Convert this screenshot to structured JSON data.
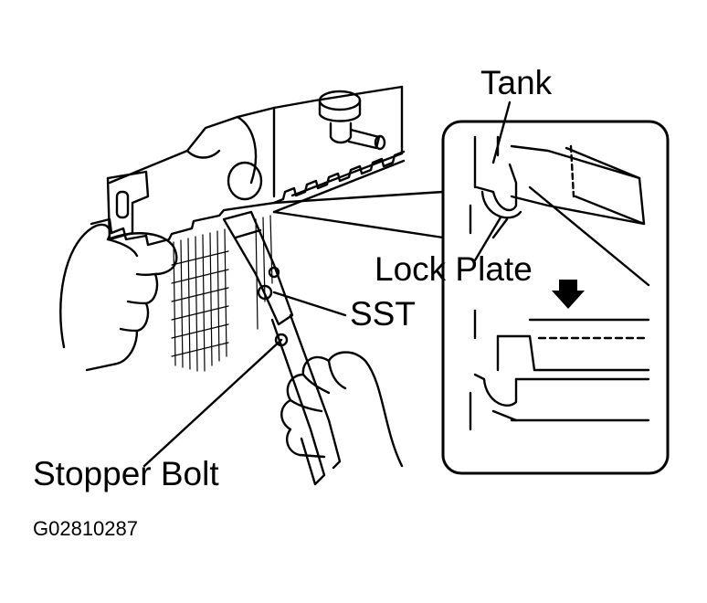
{
  "labels": {
    "tank": "Tank",
    "lock_plate": "Lock Plate",
    "sst": "SST",
    "stopper_bolt": "Stopper Bolt"
  },
  "figure_code": "G02810287",
  "colors": {
    "ink": "#000000",
    "paper": "#ffffff"
  }
}
